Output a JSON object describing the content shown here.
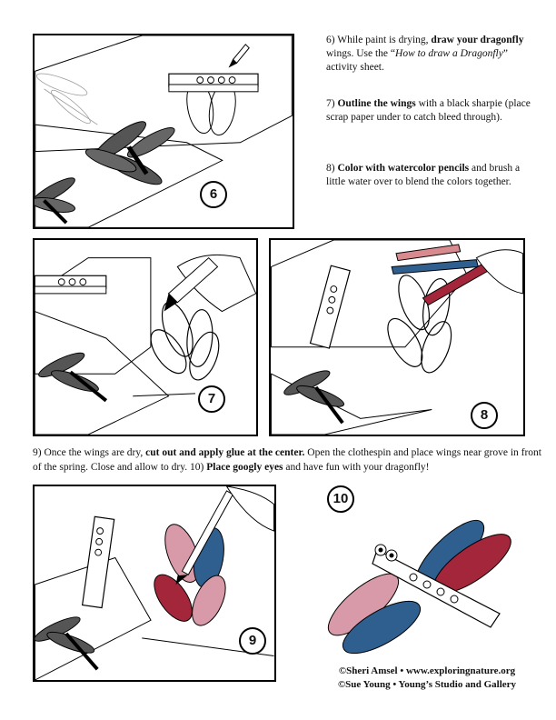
{
  "steps": {
    "s6": {
      "number": "6",
      "pre": "6) While paint is drying, ",
      "bold": "draw your dragonfly",
      "post1": " wings. Use the “",
      "italic": "How to draw a Dragonfly",
      "post2": "” activity sheet."
    },
    "s7": {
      "number": "7",
      "pre": "7) ",
      "bold": "Outline the wings",
      "post": " with a black sharpie (place scrap paper under to catch bleed through)."
    },
    "s8": {
      "number": "8",
      "pre": "8) ",
      "bold": "Color with watercolor pencils",
      "post": " and brush a little water over to blend the colors together."
    },
    "s9": {
      "number": "9"
    },
    "s10": {
      "number": "10"
    }
  },
  "caption": {
    "part1": "9) Once the wings are dry, ",
    "bold1": "cut out and apply glue at the center.",
    "part2": "  Open the clothespin and place wings near grove in front of the spring.  Close and allow to dry.  10) ",
    "bold2": "Place googly eyes",
    "part3": " and have fun with your dragonfly!"
  },
  "credits": {
    "line1": "©Sheri Amsel • www.exploringnature.org",
    "line2": "©Sue Young • Young’s Studio and Gallery"
  },
  "colors": {
    "blue": "#2f5f8f",
    "red": "#a3263a",
    "pink": "#d89aa8"
  },
  "icons": [
    "clothespin-icon",
    "dragonfly-icon",
    "pencil-icon",
    "brush-icon",
    "hand-icon"
  ]
}
